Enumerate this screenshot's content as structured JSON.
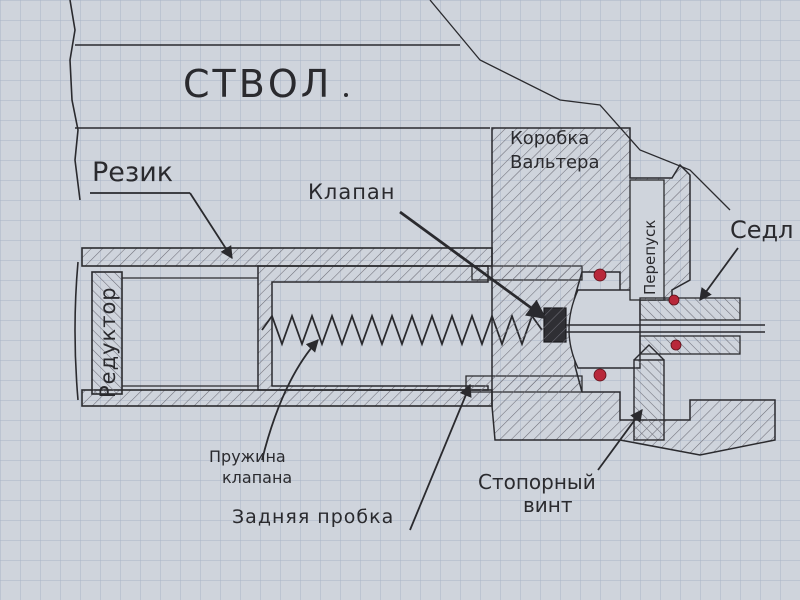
{
  "labels": {
    "barrel": "СТВОЛ",
    "rezik": "Резик",
    "valve": "Клапан",
    "walther_box_line1": "Коробка",
    "walther_box_line2": "Вальтера",
    "seal": "Седл",
    "bypass": "Перепуск",
    "reducer": "Редуктор",
    "valve_spring_line1": "Пружина",
    "valve_spring_line2": "клапана",
    "rear_plug": "Задняя пробка",
    "stop_screw_line1": "Стопорный",
    "stop_screw_line2": "винт"
  },
  "colors": {
    "paper": "#cfd4dc",
    "grid": "#a9b4c6",
    "ink": "#2a2a2e",
    "hatch": "#6e6e78",
    "oring": "#b8283a"
  }
}
